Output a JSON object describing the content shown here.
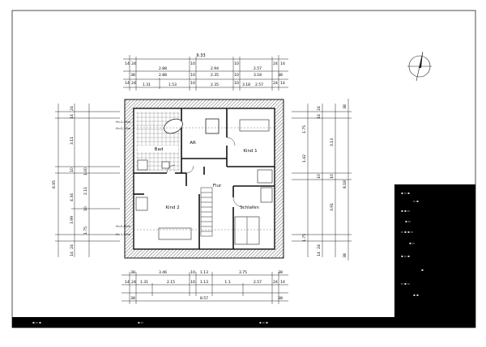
{
  "dims_top": {
    "overall": "9.33",
    "row1": [
      "14",
      "24",
      "2.88",
      "10",
      "2.94",
      "10",
      "2.57",
      "24",
      "14"
    ],
    "row2": [
      "38",
      "2.88",
      "10",
      "2.35",
      "10",
      "3.18",
      "38"
    ],
    "row3": [
      "14",
      "24",
      "1.31",
      "1.53",
      "10",
      "2.35",
      "10",
      "3.18",
      "2.57",
      "24",
      "14"
    ]
  },
  "dims_bottom": {
    "row1": [
      "38",
      "3.46",
      "10",
      "1.13",
      "3.75",
      "38"
    ],
    "row2": [
      "14",
      "24",
      "1.31",
      "2.15",
      "10",
      "1.13",
      "1.1",
      "2.57",
      "24",
      "14"
    ],
    "row3": [
      "38",
      "38"
    ],
    "overall": "8.57"
  },
  "dims_left": {
    "overall": "6.95",
    "vals": [
      "24",
      "14",
      "3.11",
      "10",
      "1.00",
      "2.11",
      "4.34",
      "10",
      "3.99",
      "1.75",
      "24",
      "14"
    ]
  },
  "dims_right": {
    "overall": "8.18",
    "vals": [
      "38",
      "24",
      "14",
      "1.75",
      "3.13",
      "10",
      "1.42",
      "10",
      "3.91",
      "1.75",
      "24",
      "14",
      "38"
    ]
  },
  "rooms": {
    "bad": "Bad",
    "ar": "AR",
    "kind1": "Kind 1",
    "kind2": "Kind 2",
    "flur": "Flur",
    "schlafen": "Schlafen"
  },
  "level_marks": {
    "h1": "H=1.35m",
    "h2": "H=2.70m",
    "h3": "H=2.00m",
    "h4": "H=1.50m"
  },
  "colors": {
    "line": "#1a1a1a",
    "hatch": "#555555",
    "black": "#000000"
  },
  "icons": [
    "north-arrow-icon"
  ]
}
